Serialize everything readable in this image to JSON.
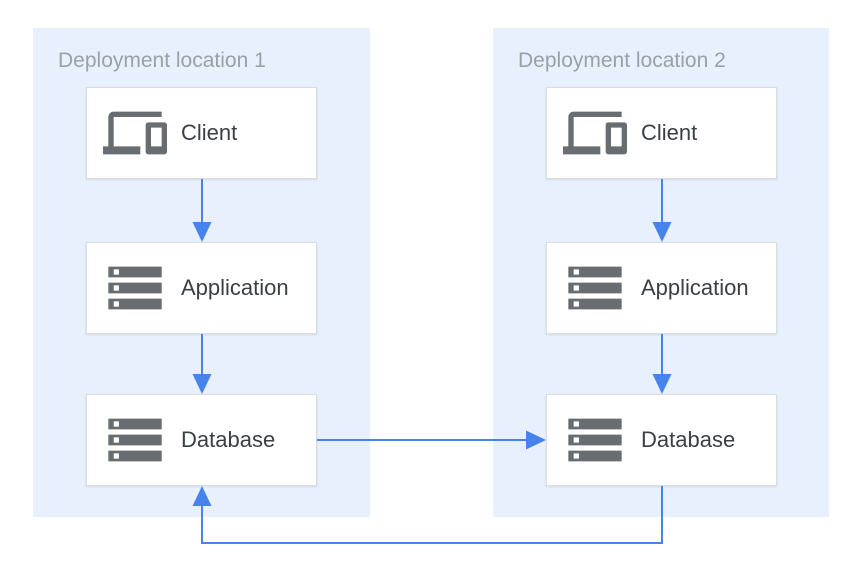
{
  "colors": {
    "page-bg": "#ffffff",
    "panel-bg": "#e8f0fe",
    "node-bg": "#ffffff",
    "node-border": "#dadce0",
    "title-text": "#9aa0a6",
    "label-text": "#3c4043",
    "icon-gray": "#696d71",
    "arrow-blue": "#4683ea"
  },
  "panels": [
    {
      "title": "Deployment location 1",
      "nodes": [
        {
          "label": "Client",
          "icon": "devices-icon"
        },
        {
          "label": "Application",
          "icon": "storage-icon"
        },
        {
          "label": "Database",
          "icon": "storage-icon"
        }
      ]
    },
    {
      "title": "Deployment location 2",
      "nodes": [
        {
          "label": "Client",
          "icon": "devices-icon"
        },
        {
          "label": "Application",
          "icon": "storage-icon"
        },
        {
          "label": "Database",
          "icon": "storage-icon"
        }
      ]
    }
  ],
  "edges": [
    {
      "from": "client-1",
      "to": "application-1"
    },
    {
      "from": "application-1",
      "to": "database-1"
    },
    {
      "from": "client-2",
      "to": "application-2"
    },
    {
      "from": "application-2",
      "to": "database-2"
    },
    {
      "from": "database-1",
      "to": "database-2"
    },
    {
      "from": "database-2",
      "to": "database-1"
    }
  ]
}
